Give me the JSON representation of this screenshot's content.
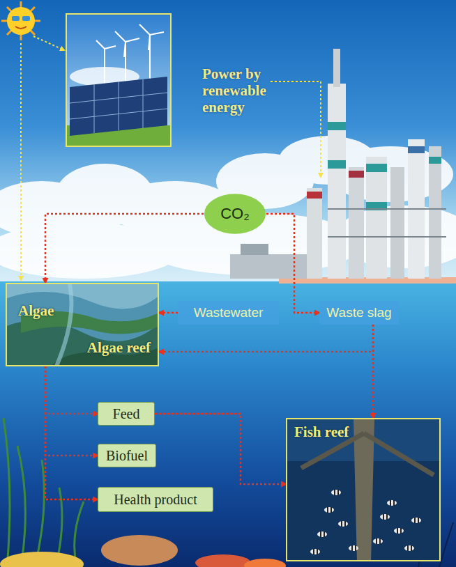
{
  "diagram": {
    "nodes": [
      {
        "text": [
          "CO₂"
        ]
      },
      {
        "text": [
          "Algae",
          "Algae reef"
        ]
      },
      {
        "text": [
          "Wastewater"
        ]
      },
      {
        "text": [
          "Waste slag"
        ]
      },
      {
        "text": [
          "Feed"
        ]
      },
      {
        "text": [
          "Biofuel"
        ]
      },
      {
        "text": [
          "Health product"
        ]
      },
      {
        "text": [
          "Fish reef"
        ]
      }
    ],
    "edges": [
      {
        "from": 0,
        "to": 1,
        "arrow": "to"
      },
      {
        "from": 0,
        "to": 3,
        "arrow": "to"
      },
      {
        "from": 2,
        "to": 1,
        "arrow": "to"
      },
      {
        "from": 3,
        "to": 1,
        "arrow": "to"
      },
      {
        "from": 3,
        "to": 7,
        "arrow": "to"
      },
      {
        "from": 1,
        "to": 4,
        "arrow": "to"
      },
      {
        "from": 1,
        "to": 5,
        "arrow": "to"
      },
      {
        "from": 1,
        "to": 6,
        "arrow": "to"
      },
      {
        "from": 4,
        "to": 7,
        "arrow": "to"
      }
    ],
    "labels": [
      "Power by renewable energy"
    ]
  }
}
